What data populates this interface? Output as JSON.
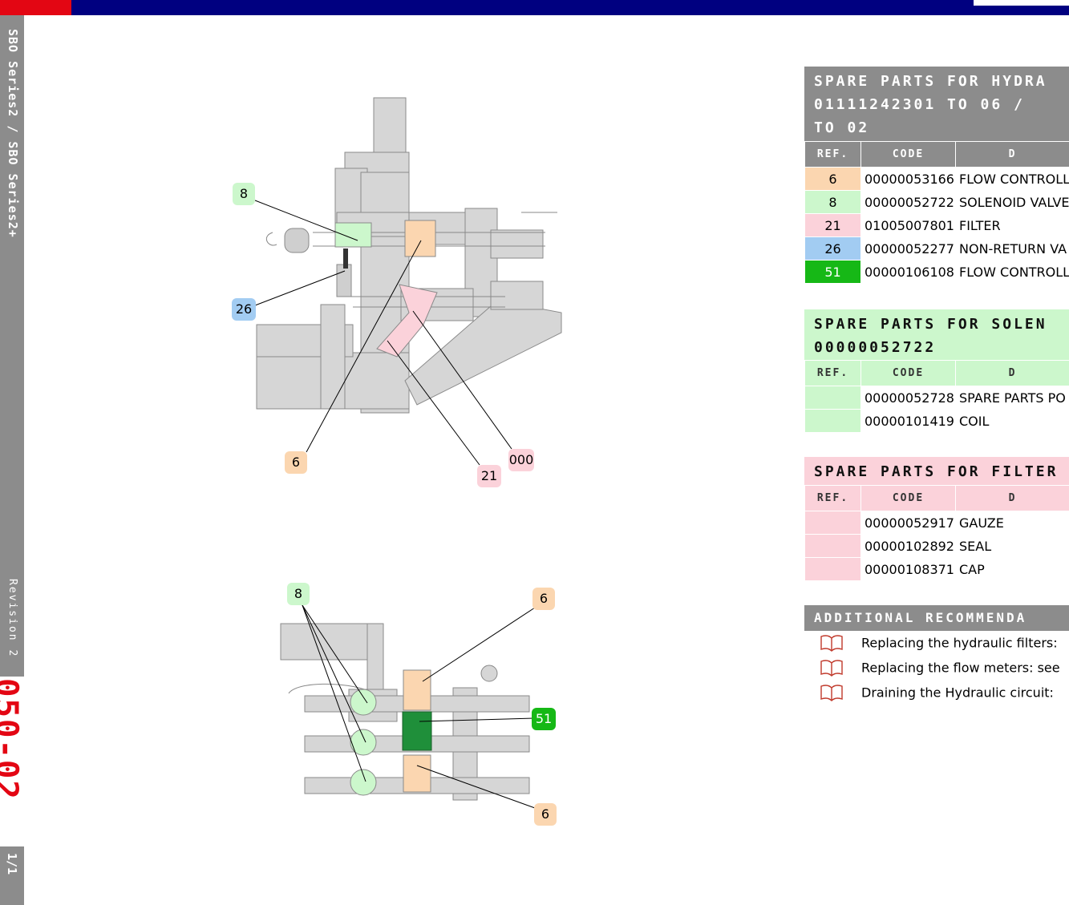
{
  "sidebar": {
    "series": "SBO Series2 / SBO Series2+",
    "revision": "Revision 2",
    "code": "050-02",
    "page": "1/1"
  },
  "callouts": {
    "top": [
      "8",
      "26",
      "6",
      "21",
      "000"
    ],
    "bottom": [
      "8",
      "6",
      "51",
      "6"
    ]
  },
  "hydraulic": {
    "title_line1": "Spare Parts for Hydra",
    "title_line2": "01111242301 to 06 /",
    "title_line3": "to 02",
    "headers": [
      "Ref.",
      "code",
      "D"
    ],
    "rows": [
      {
        "ref": "6",
        "code": "00000053166",
        "desc": "FLOW CONTROLL",
        "color": "#fbd6b0"
      },
      {
        "ref": "8",
        "code": "00000052722",
        "desc": "SOLENOID VALVE",
        "color": "#ccf7cc"
      },
      {
        "ref": "21",
        "code": "01005007801",
        "desc": "FILTER",
        "color": "#fbd2da"
      },
      {
        "ref": "26",
        "code": "00000052277",
        "desc": "NON-RETURN VA",
        "color": "#a2ccf2"
      },
      {
        "ref": "51",
        "code": "00000106108",
        "desc": "FLOW CONTROLL",
        "color": "#16b816"
      }
    ]
  },
  "solenoid": {
    "title_line1": "Spare Parts for Solen",
    "title_line2": "00000052722",
    "headers": [
      "Ref.",
      "code",
      "D"
    ],
    "rows": [
      {
        "ref": "",
        "code": "00000052728",
        "desc": "SPARE PARTS PO"
      },
      {
        "ref": "",
        "code": "00000101419",
        "desc": "COIL"
      }
    ]
  },
  "filter": {
    "title_line1": "Spare Parts for Filter",
    "headers": [
      "Ref.",
      "code",
      "D"
    ],
    "rows": [
      {
        "ref": "",
        "code": "00000052917",
        "desc": "GAUZE"
      },
      {
        "ref": "",
        "code": "00000102892",
        "desc": "SEAL"
      },
      {
        "ref": "",
        "code": "00000108371",
        "desc": "CAP"
      }
    ]
  },
  "additional": {
    "title": "Additional Recommenda",
    "items": [
      "Replacing the hydraulic filters:",
      "Replacing the flow meters: see",
      "Draining the Hydraulic circuit:"
    ]
  }
}
